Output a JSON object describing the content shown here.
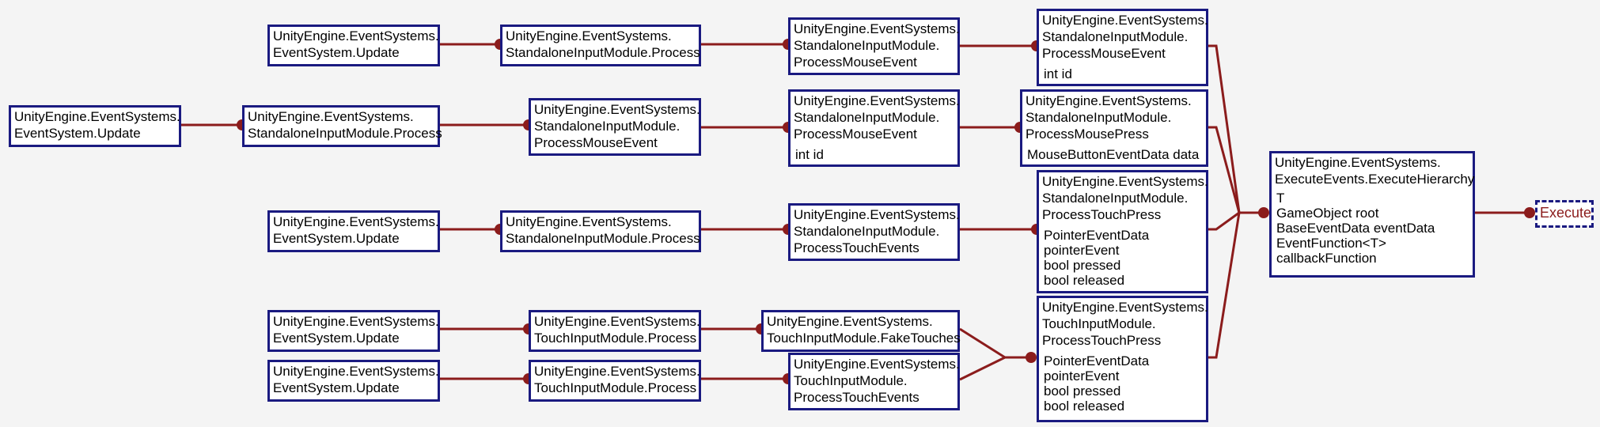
{
  "colors": {
    "edge": "#8b1c1c",
    "node_border": "#1a1a80",
    "background": "#f4f4f4"
  },
  "nodes": [
    {
      "id": "r1c1",
      "lines": [
        "UnityEngine.EventSystems.",
        "EventSystem.Update"
      ],
      "params": []
    },
    {
      "id": "r1c2",
      "lines": [
        "UnityEngine.EventSystems.",
        "StandaloneInputModule.Process"
      ],
      "params": []
    },
    {
      "id": "r1c3",
      "lines": [
        "UnityEngine.EventSystems.",
        "StandaloneInputModule.",
        "ProcessMouseEvent"
      ],
      "params": []
    },
    {
      "id": "r1c4",
      "lines": [
        "UnityEngine.EventSystems.",
        "StandaloneInputModule.",
        "ProcessMouseEvent"
      ],
      "params": [
        "int id"
      ]
    },
    {
      "id": "r2c0",
      "lines": [
        "UnityEngine.EventSystems.",
        "EventSystem.Update"
      ],
      "params": []
    },
    {
      "id": "r2c1",
      "lines": [
        "UnityEngine.EventSystems.",
        "StandaloneInputModule.Process"
      ],
      "params": []
    },
    {
      "id": "r2c2",
      "lines": [
        "UnityEngine.EventSystems.",
        "StandaloneInputModule.",
        "ProcessMouseEvent"
      ],
      "params": []
    },
    {
      "id": "r2c3",
      "lines": [
        "UnityEngine.EventSystems.",
        "StandaloneInputModule.",
        "ProcessMouseEvent"
      ],
      "params": [
        "int id"
      ]
    },
    {
      "id": "r2c4",
      "lines": [
        "UnityEngine.EventSystems.",
        "StandaloneInputModule.",
        "ProcessMousePress"
      ],
      "params": [
        "MouseButtonEventData data"
      ]
    },
    {
      "id": "r3c1",
      "lines": [
        "UnityEngine.EventSystems.",
        "EventSystem.Update"
      ],
      "params": []
    },
    {
      "id": "r3c2",
      "lines": [
        "UnityEngine.EventSystems.",
        "StandaloneInputModule.Process"
      ],
      "params": []
    },
    {
      "id": "r3c3",
      "lines": [
        "UnityEngine.EventSystems.",
        "StandaloneInputModule.",
        "ProcessTouchEvents"
      ],
      "params": []
    },
    {
      "id": "r3c4",
      "lines": [
        "UnityEngine.EventSystems.",
        "StandaloneInputModule.",
        "ProcessTouchPress"
      ],
      "params": [
        "PointerEventData",
        "pointerEvent",
        "bool pressed",
        "bool released"
      ]
    },
    {
      "id": "r4c1",
      "lines": [
        "UnityEngine.EventSystems.",
        "EventSystem.Update"
      ],
      "params": []
    },
    {
      "id": "r4c2",
      "lines": [
        "UnityEngine.EventSystems.",
        "TouchInputModule.Process"
      ],
      "params": []
    },
    {
      "id": "r4c3",
      "lines": [
        "UnityEngine.EventSystems.",
        "TouchInputModule.FakeTouches"
      ],
      "params": []
    },
    {
      "id": "r5c1",
      "lines": [
        "UnityEngine.EventSystems.",
        "EventSystem.Update"
      ],
      "params": []
    },
    {
      "id": "r5c2",
      "lines": [
        "UnityEngine.EventSystems.",
        "TouchInputModule.Process"
      ],
      "params": []
    },
    {
      "id": "r5c3",
      "lines": [
        "UnityEngine.EventSystems.",
        "TouchInputModule.",
        "ProcessTouchEvents"
      ],
      "params": []
    },
    {
      "id": "r45c4",
      "lines": [
        "UnityEngine.EventSystems.",
        "TouchInputModule.",
        "ProcessTouchPress"
      ],
      "params": [
        "PointerEventData",
        "pointerEvent",
        "bool pressed",
        "bool released"
      ]
    },
    {
      "id": "hub",
      "lines": [
        "UnityEngine.EventSystems.",
        "ExecuteEvents.ExecuteHierarchy"
      ],
      "params": [
        "T",
        "GameObject root",
        "BaseEventData eventData",
        "EventFunction<T>",
        "callbackFunction"
      ]
    },
    {
      "id": "target",
      "lines": [
        "Execute"
      ],
      "params": [],
      "dashed": true
    }
  ]
}
